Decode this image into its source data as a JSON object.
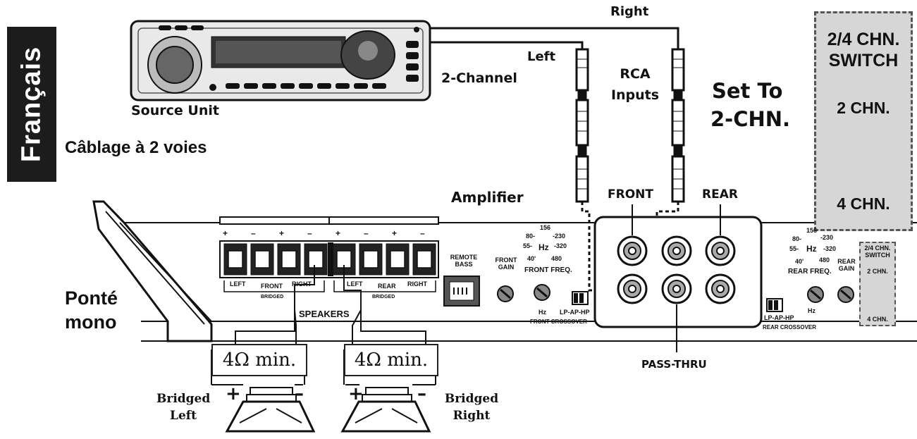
{
  "side_tab": "Français",
  "subtitle": "Câblage à 2 voies",
  "bridged_mono": [
    "Ponté",
    "mono"
  ],
  "source_unit": "Source Unit",
  "amplifier": "Amplifier",
  "channel_2": "2-Channel",
  "left": "Left",
  "right": "Right",
  "rca_inputs": [
    "RCA",
    "Inputs"
  ],
  "set_to": [
    "Set To",
    "2-CHN."
  ],
  "switch_panel": {
    "title": [
      "2/4 CHN.",
      "SWITCH"
    ],
    "pos2": "2 CHN.",
    "pos4": "4 CHN."
  },
  "front": "FRONT",
  "rear": "REAR",
  "pass_thru": "PASS-THRU",
  "speakers": "SPEAKERS",
  "terminals": {
    "polarity": [
      "+",
      "–",
      "+",
      "–",
      "+",
      "–",
      "+",
      "–"
    ],
    "left": "LEFT",
    "front": "FRONT",
    "right": "RIGHT",
    "rear": "REAR",
    "bridged": "BRIDGED"
  },
  "remote_bass": [
    "REMOTE",
    "BASS"
  ],
  "front_gain": [
    "FRONT",
    "GAIN"
  ],
  "rear_gain": [
    "REAR",
    "GAIN"
  ],
  "front_freq": "FRONT FREQ.",
  "rear_freq": "REAR FREQ.",
  "hz": "Hz",
  "freq_ticks": [
    "80-",
    "156",
    "-230",
    "55-",
    "-320",
    "40'",
    "480"
  ],
  "lp_ap_hp": "LP-AP-HP",
  "front_crossover": "FRONT CROSSOVER",
  "rear_crossover": "REAR CROSSOVER",
  "small_switch": {
    "title": [
      "2/4 CHN.",
      "SWITCH"
    ],
    "pos2": "2 CHN.",
    "pos4": "4 CHN."
  },
  "ohm_left": "4Ω min.",
  "ohm_right": "4Ω min.",
  "bridged_left": [
    "Bridged",
    "Left"
  ],
  "bridged_right": [
    "Bridged",
    "Right"
  ],
  "plus": "+",
  "minus": "–"
}
